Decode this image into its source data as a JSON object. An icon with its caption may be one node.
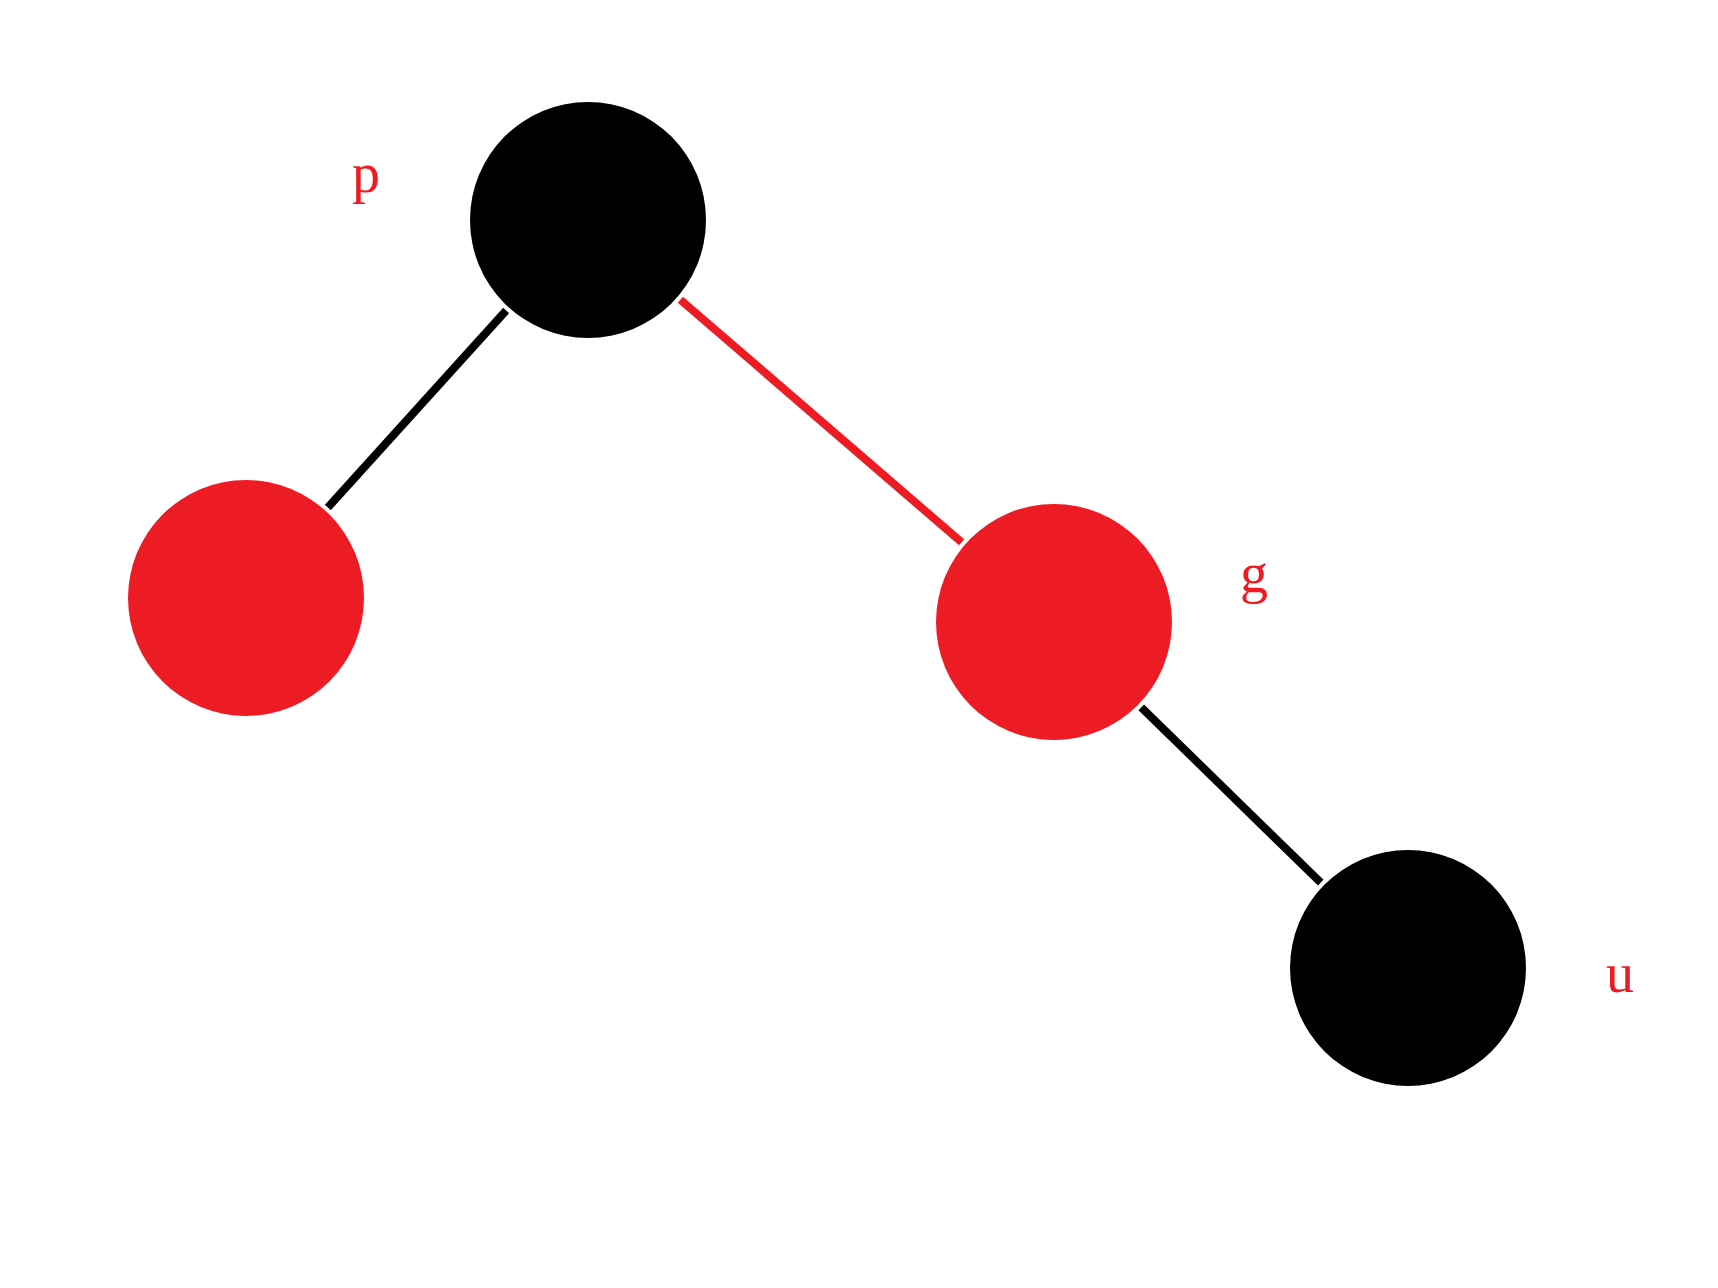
{
  "diagram": {
    "nodes": [
      {
        "text": [],
        "shape": "circle",
        "beside": [
          "p"
        ]
      },
      {
        "text": [],
        "shape": "circle"
      },
      {
        "text": [],
        "shape": "circle",
        "beside": [
          "g"
        ]
      },
      {
        "text": [],
        "shape": "circle",
        "beside": [
          "u"
        ]
      }
    ],
    "edges": [
      {
        "from": 0,
        "to": 1,
        "arrow": "none"
      },
      {
        "from": 0,
        "to": 2,
        "arrow": "none",
        "color": "#ed1c24"
      },
      {
        "from": 2,
        "to": 3,
        "arrow": "none"
      }
    ]
  }
}
